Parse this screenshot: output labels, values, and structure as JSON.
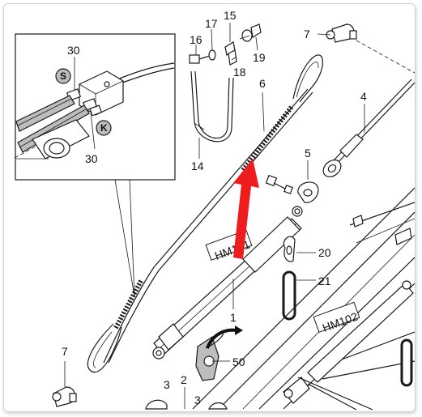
{
  "labels": {
    "p30a": "30",
    "p30b": "30",
    "s": "S",
    "k": "K",
    "p16": "16",
    "p17": "17",
    "p15": "15",
    "p18": "18",
    "p19": "19",
    "p7a": "7",
    "p7b": "7",
    "p6": "6",
    "p4": "4",
    "p14": "14",
    "p5": "5",
    "p20": "20",
    "p21": "21",
    "p1": "1",
    "p50": "50",
    "p3a": "3",
    "p3b": "3",
    "p2": "2"
  },
  "tags": {
    "hm101": "HM101",
    "hm102": "HM102"
  },
  "colors": {
    "arrow_red": "#ee1c1c",
    "line": "#1a1a1a",
    "badge_gray": "#bdbdbd"
  }
}
